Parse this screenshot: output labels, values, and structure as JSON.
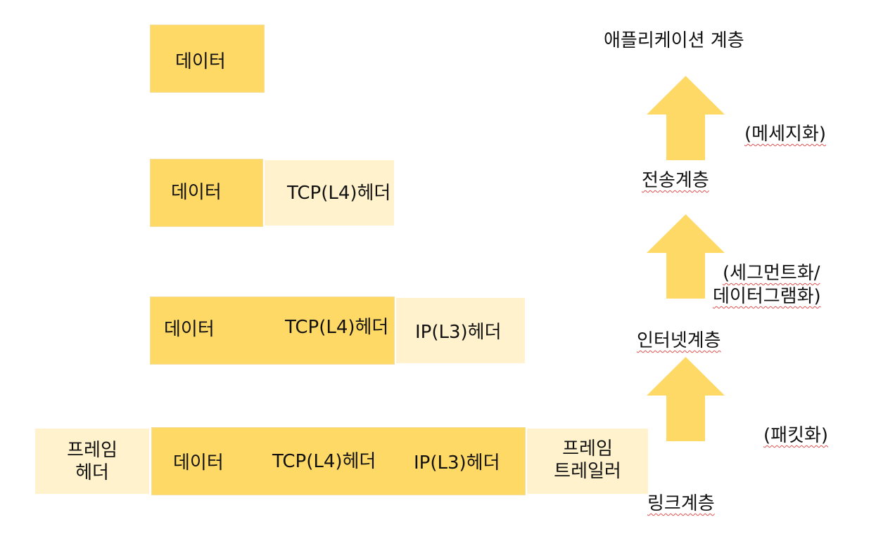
{
  "rows": {
    "app": {
      "data": "데이터"
    },
    "transport": {
      "data": "데이터",
      "tcp": "TCP(L4)헤더"
    },
    "internet": {
      "data": "데이터",
      "tcp": "TCP(L4)헤더",
      "ip": "IP(L3)헤더"
    },
    "link": {
      "frame_header": [
        "프레임",
        "헤더"
      ],
      "data": "데이터",
      "tcp": "TCP(L4)헤더",
      "ip": "IP(L3)헤더",
      "frame_trailer": [
        "프레임",
        "트레일러"
      ]
    }
  },
  "layers": {
    "application": "애플리케이션 계층",
    "transport": "전송계층",
    "internet": "인터넷계층",
    "link": "링크계층"
  },
  "processes": {
    "message": "(메세지화)",
    "segment": [
      "(세그먼트화/",
      "데이터그램화)"
    ],
    "packet": "(패킷화)"
  },
  "colors": {
    "block_dark": "#FFD966",
    "block_light": "#FFF2CC",
    "arrow": "#FFD966"
  }
}
